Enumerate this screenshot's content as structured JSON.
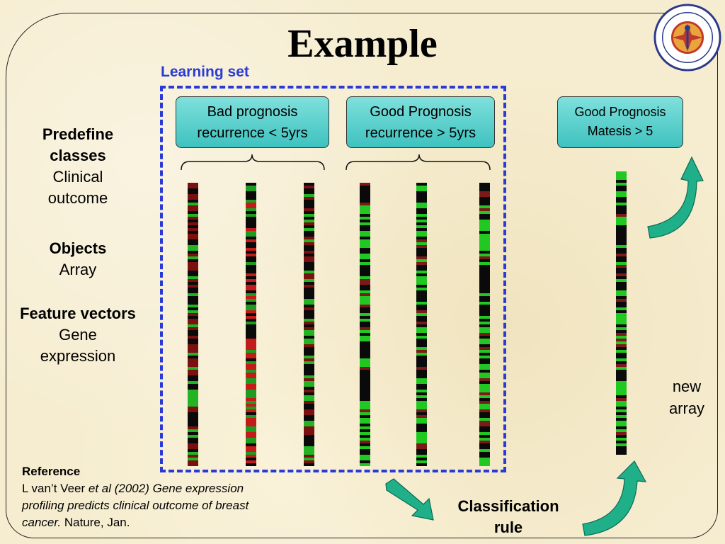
{
  "title": "Example",
  "learning_set_label": "Learning set",
  "classes": {
    "bad": {
      "line1": "Bad prognosis",
      "line2": "recurrence < 5yrs"
    },
    "good": {
      "line1": "Good Prognosis",
      "line2": "recurrence > 5yrs"
    },
    "new": {
      "line1": "Good Prognosis",
      "line2": "Matesis > 5"
    }
  },
  "left_panel": {
    "predefine_1": "Predefine",
    "predefine_2": "classes",
    "clinical_1": "Clinical",
    "clinical_2": "outcome",
    "objects": "Objects",
    "array": "Array",
    "feature_vectors": "Feature vectors",
    "gene": "Gene",
    "expression": "expression"
  },
  "reference": {
    "heading": "Reference",
    "author": "L van’t Veer ",
    "italic_1": "et al (2002) Gene expression",
    "italic_2": "profiling predicts clinical outcome of breast",
    "italic_3": "cancer.",
    "journal": " Nature, Jan."
  },
  "classification_rule": {
    "line1": "Classification",
    "line2": "rule"
  },
  "new_array": {
    "line1": "new",
    "line2": "array"
  },
  "colors": {
    "accent_blue": "#2a3ad6",
    "teal": "#3ec2bf",
    "arrow": "#1fb08a"
  }
}
